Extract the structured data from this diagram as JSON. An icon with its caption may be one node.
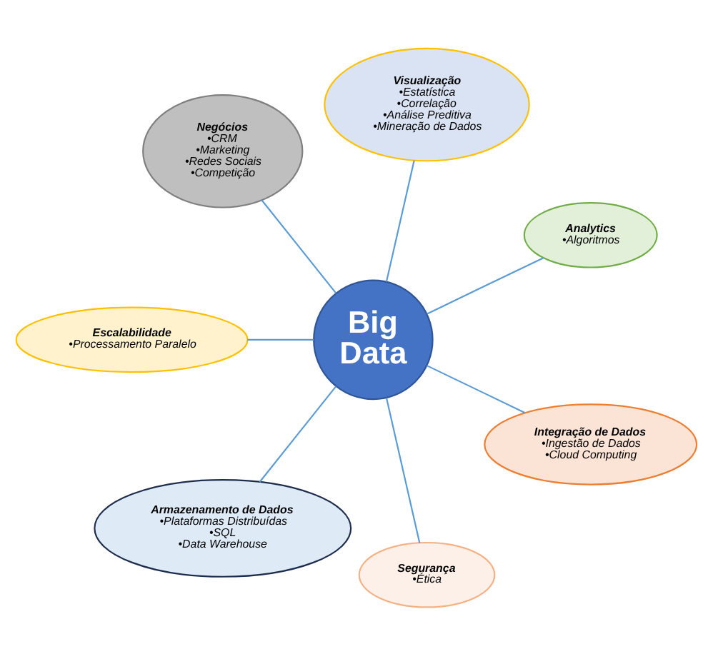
{
  "diagram": {
    "nodes": [
      {
        "text": [
          "Analytics",
          "•Algoritmos"
        ]
      },
      {
        "text": [
          "Visualização",
          "•Estatística",
          "•Correlação",
          "•Análise Preditiva",
          "•Mineração de Dados"
        ]
      },
      {
        "text": [
          "Negócios",
          "•CRM",
          "•Marketing",
          "•Redes Sociais",
          "•Competição"
        ]
      },
      {
        "text": [
          "Big Data"
        ]
      },
      {
        "text": [
          "Escalabilidade",
          "•Processamento Paralelo"
        ]
      },
      {
        "text": [
          "Armazenamento de Dados",
          "•Plataformas Distribuídas",
          "•SQL",
          "•Data Warehouse"
        ]
      },
      {
        "text": [
          "Segurança",
          "•Ética"
        ]
      },
      {
        "text": [
          "Integração de Dados",
          "•Ingestão de Dados",
          "•Cloud Computing"
        ]
      }
    ],
    "edges": [
      {
        "from": 3,
        "to": 0,
        "arrow": "none"
      },
      {
        "from": 3,
        "to": 2,
        "arrow": "none"
      },
      {
        "from": 3,
        "to": 5,
        "arrow": "none"
      },
      {
        "from": 3,
        "to": 7,
        "arrow": "none"
      },
      {
        "from": 3,
        "to": 6,
        "arrow": "none"
      },
      {
        "from": 3,
        "to": 4,
        "arrow": "none"
      },
      {
        "from": 3,
        "to": 1,
        "arrow": "none"
      }
    ]
  }
}
